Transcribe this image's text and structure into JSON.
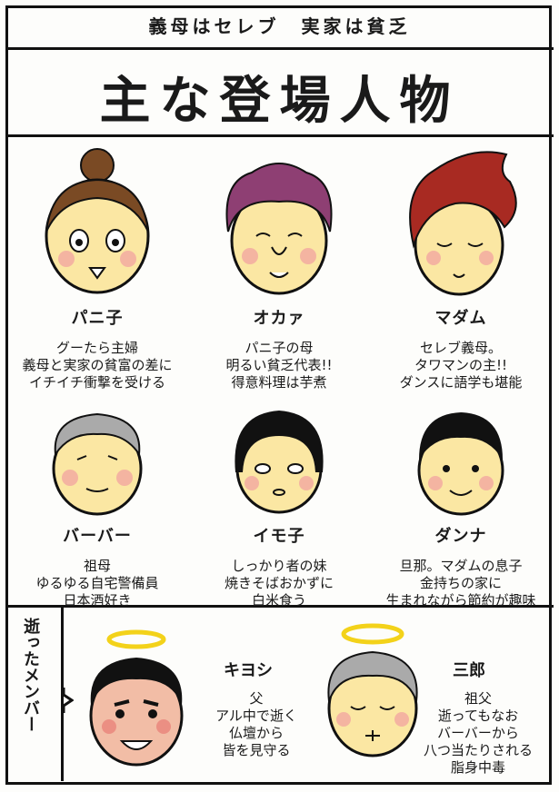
{
  "header": {
    "subtitle": "義母はセレブ　実家は貧乏",
    "title": "主な登場人物"
  },
  "characters": [
    {
      "name": "パニ子",
      "desc": "グーたら主婦\n義母と実家の貧富の差に\nイチイチ衝撃を受ける"
    },
    {
      "name": "オカァ",
      "desc": "パニ子の母\n明るい貧乏代表!!\n得意料理は芋煮"
    },
    {
      "name": "マダム",
      "desc": "セレブ義母。\nタワマンの主!!\nダンスに語学も堪能"
    },
    {
      "name": "バーバー",
      "desc": "祖母\nゆるゆる自宅警備員\n日本酒好き"
    },
    {
      "name": "イモ子",
      "desc": "しっかり者の妹\n焼きそばおかずに\n白米食う"
    },
    {
      "name": "ダンナ",
      "desc": "旦那。マダムの息子\n金持ちの家に\n生まれながら節約が趣味"
    }
  ],
  "deceased": {
    "label": "逝ったメンバー",
    "members": [
      {
        "name": "キヨシ",
        "desc": "父\nアル中で逝く\n仏壇から\n皆を見守る"
      },
      {
        "name": "三郎",
        "desc": "祖父\n逝ってもなお\nバーバーから\n八つ当たりされる\n脂身中毒"
      }
    ]
  },
  "colors": {
    "halo": "#f3d21a",
    "skin": "#fbe7a3",
    "cheek": "#f2a7a0",
    "line": "#111111"
  }
}
